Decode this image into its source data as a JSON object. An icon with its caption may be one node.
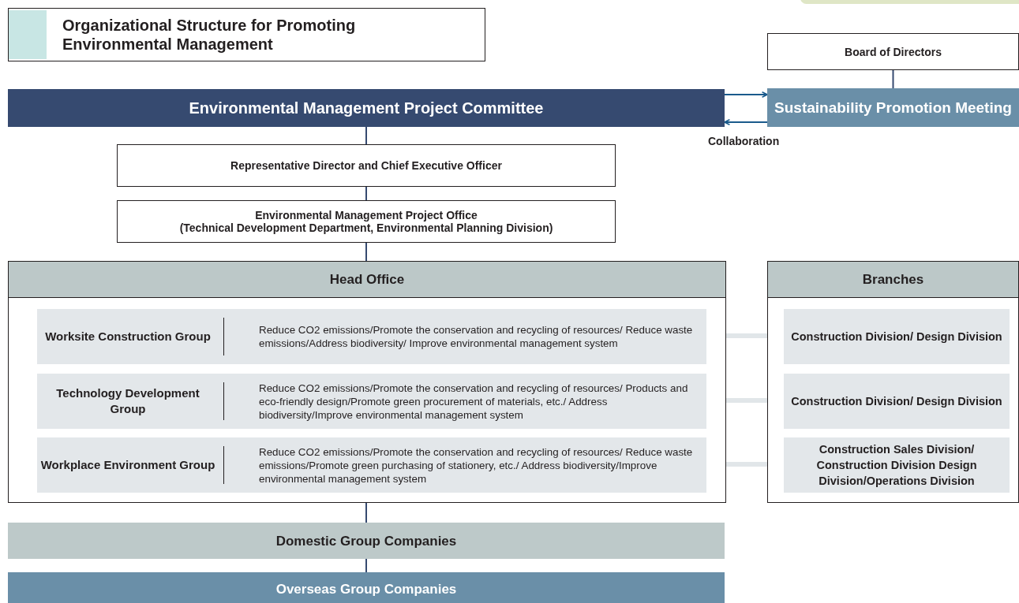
{
  "diagram": {
    "title": "Organizational Structure for Promoting Environmental Management",
    "nodes": [
      {
        "text": [
          "Board of Directors"
        ]
      },
      {
        "text": [
          "Sustainability Promotion Meeting"
        ]
      },
      {
        "text": [
          "Environmental Management Project Committee"
        ]
      },
      {
        "text": [
          "Representative Director and Chief Executive Officer"
        ]
      },
      {
        "text": [
          "Environmental Management Project Office",
          "(Technical Development Department, Environmental Planning Division)"
        ]
      },
      {
        "text": [
          "Head Office"
        ]
      },
      {
        "text": [
          "Worksite Construction Group",
          "Reduce CO2 emissions/Promote the conservation and recycling of resources/ Reduce waste emissions/Address biodiversity/ Improve environmental management system"
        ],
        "in": 5
      },
      {
        "text": [
          "Technology Development Group",
          "Reduce CO2 emissions/Promote the conservation and recycling of resources/ Products and eco-friendly design/Promote green procurement of materials, etc./ Address biodiversity/Improve environmental management system"
        ],
        "in": 5
      },
      {
        "text": [
          "Workplace Environment Group",
          "Reduce CO2 emissions/Promote the conservation and recycling of resources/ Reduce waste emissions/Promote green purchasing of stationery, etc./ Address biodiversity/Improve environmental management system"
        ],
        "in": 5
      },
      {
        "text": [
          "Branches"
        ]
      },
      {
        "text": [
          "Construction Division/ Design Division"
        ],
        "in": 9
      },
      {
        "text": [
          "Construction Division/ Design Division"
        ],
        "in": 9
      },
      {
        "text": [
          "Construction Sales Division/ Construction Division Design Division/Operations Division"
        ],
        "in": 9
      },
      {
        "text": [
          "Domestic Group Companies"
        ]
      },
      {
        "text": [
          "Overseas Group Companies"
        ]
      }
    ],
    "edges": [
      {
        "from": 0,
        "to": 1,
        "arrow": "none"
      },
      {
        "from": 2,
        "to": 1,
        "arrow": "to",
        "color": "#1a5a8c"
      },
      {
        "from": 1,
        "to": 2,
        "arrow": "to",
        "color": "#1a5a8c",
        "label": "Collaboration"
      },
      {
        "from": 2,
        "to": 3,
        "arrow": "none"
      },
      {
        "from": 3,
        "to": 4,
        "arrow": "none"
      },
      {
        "from": 4,
        "to": 5,
        "arrow": "none"
      },
      {
        "from": 6,
        "to": 10,
        "arrow": "none",
        "style": "thick",
        "color": "#e1e6e9"
      },
      {
        "from": 7,
        "to": 11,
        "arrow": "none",
        "style": "thick",
        "color": "#e1e6e9"
      },
      {
        "from": 8,
        "to": 12,
        "arrow": "none",
        "style": "thick",
        "color": "#e1e6e9"
      },
      {
        "from": 5,
        "to": 13,
        "arrow": "none"
      },
      {
        "from": 13,
        "to": 14,
        "arrow": "none"
      }
    ]
  }
}
